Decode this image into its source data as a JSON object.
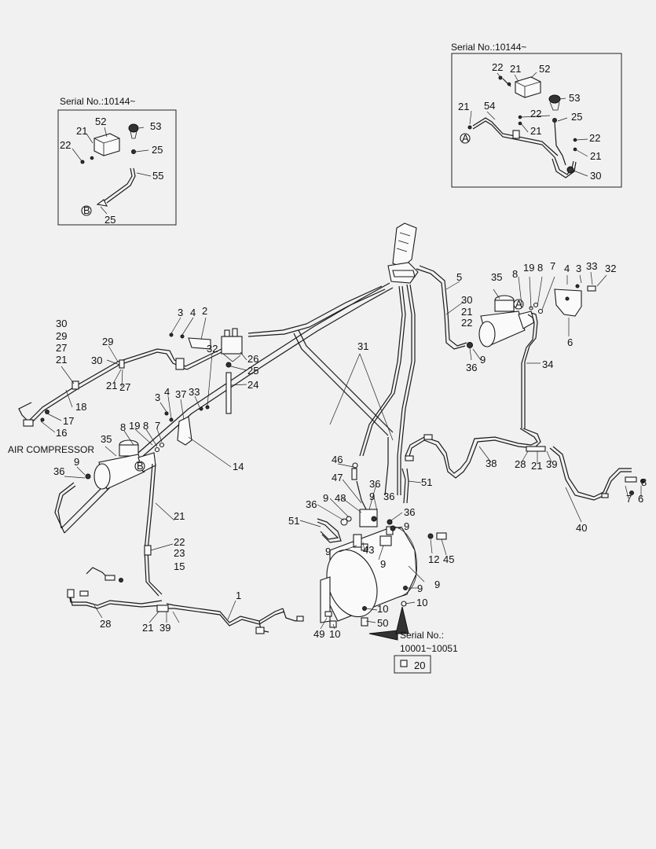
{
  "insets": [
    {
      "serial": "Serial No.:10144~"
    },
    {
      "serial": "Serial No.:10144~"
    }
  ],
  "caption_air_compressor": "AIR COMPRESSOR",
  "serial_note": {
    "line1": "Serial No.:",
    "line2": "10001~10051"
  },
  "markers": {
    "a": "A",
    "b": "B"
  },
  "callouts": [
    {
      "id": "c01",
      "label": "22"
    },
    {
      "id": "c02",
      "label": "21"
    },
    {
      "id": "c03",
      "label": "52"
    },
    {
      "id": "c04",
      "label": "53"
    },
    {
      "id": "c05",
      "label": "21"
    },
    {
      "id": "c06",
      "label": "54"
    },
    {
      "id": "c07",
      "label": "22"
    },
    {
      "id": "c08",
      "label": "25"
    },
    {
      "id": "c09",
      "label": "21"
    },
    {
      "id": "c10",
      "label": "22"
    },
    {
      "id": "c11",
      "label": "21"
    },
    {
      "id": "c12",
      "label": "30"
    },
    {
      "id": "c13",
      "label": "52"
    },
    {
      "id": "c14",
      "label": "53"
    },
    {
      "id": "c15",
      "label": "21"
    },
    {
      "id": "c16",
      "label": "22"
    },
    {
      "id": "c17",
      "label": "25"
    },
    {
      "id": "c18",
      "label": "55"
    },
    {
      "id": "c19",
      "label": "25"
    },
    {
      "id": "c20",
      "label": "5"
    },
    {
      "id": "c21",
      "label": "30"
    },
    {
      "id": "c22",
      "label": "21"
    },
    {
      "id": "c23",
      "label": "22"
    },
    {
      "id": "c24",
      "label": "35"
    },
    {
      "id": "c25",
      "label": "8"
    },
    {
      "id": "c26",
      "label": "19"
    },
    {
      "id": "c27",
      "label": "8"
    },
    {
      "id": "c28",
      "label": "7"
    },
    {
      "id": "c29",
      "label": "4"
    },
    {
      "id": "c30",
      "label": "3"
    },
    {
      "id": "c31",
      "label": "33"
    },
    {
      "id": "c32",
      "label": "32"
    },
    {
      "id": "c33",
      "label": "6"
    },
    {
      "id": "c34",
      "label": "36"
    },
    {
      "id": "c35",
      "label": "9"
    },
    {
      "id": "c36",
      "label": "34"
    },
    {
      "id": "c37",
      "label": "3"
    },
    {
      "id": "c38",
      "label": "4"
    },
    {
      "id": "c39",
      "label": "2"
    },
    {
      "id": "c40",
      "label": "26"
    },
    {
      "id": "c41",
      "label": "25"
    },
    {
      "id": "c42",
      "label": "24"
    },
    {
      "id": "c43",
      "label": "31"
    },
    {
      "id": "c44",
      "label": "30"
    },
    {
      "id": "c45",
      "label": "29"
    },
    {
      "id": "c46",
      "label": "27"
    },
    {
      "id": "c47",
      "label": "21"
    },
    {
      "id": "c48",
      "label": "29"
    },
    {
      "id": "c49",
      "label": "30"
    },
    {
      "id": "c50",
      "label": "21"
    },
    {
      "id": "c51",
      "label": "27"
    },
    {
      "id": "c52",
      "label": "18"
    },
    {
      "id": "c53",
      "label": "17"
    },
    {
      "id": "c54",
      "label": "16"
    },
    {
      "id": "c55",
      "label": "3"
    },
    {
      "id": "c56",
      "label": "4"
    },
    {
      "id": "c57",
      "label": "37"
    },
    {
      "id": "c58",
      "label": "33"
    },
    {
      "id": "c59",
      "label": "32"
    },
    {
      "id": "c60",
      "label": "8"
    },
    {
      "id": "c61",
      "label": "19"
    },
    {
      "id": "c62",
      "label": "8"
    },
    {
      "id": "c63",
      "label": "7"
    },
    {
      "id": "c64",
      "label": "35"
    },
    {
      "id": "c65",
      "label": "9"
    },
    {
      "id": "c66",
      "label": "36"
    },
    {
      "id": "c67",
      "label": "14"
    },
    {
      "id": "c68",
      "label": "38"
    },
    {
      "id": "c69",
      "label": "28"
    },
    {
      "id": "c70",
      "label": "21"
    },
    {
      "id": "c71",
      "label": "39"
    },
    {
      "id": "c72",
      "label": "7"
    },
    {
      "id": "c73",
      "label": "6"
    },
    {
      "id": "c74",
      "label": "8"
    },
    {
      "id": "c75",
      "label": "40"
    },
    {
      "id": "c76",
      "label": "46"
    },
    {
      "id": "c77",
      "label": "47"
    },
    {
      "id": "c78",
      "label": "36"
    },
    {
      "id": "c79",
      "label": "51"
    },
    {
      "id": "c80",
      "label": "36"
    },
    {
      "id": "c81",
      "label": "9"
    },
    {
      "id": "c82",
      "label": "48"
    },
    {
      "id": "c83",
      "label": "9"
    },
    {
      "id": "c84",
      "label": "36"
    },
    {
      "id": "c85",
      "label": "9"
    },
    {
      "id": "c86",
      "label": "51"
    },
    {
      "id": "c87",
      "label": "36"
    },
    {
      "id": "c88",
      "label": "9"
    },
    {
      "id": "c89",
      "label": "43"
    },
    {
      "id": "c90",
      "label": "9"
    },
    {
      "id": "c91",
      "label": "12"
    },
    {
      "id": "c92",
      "label": "45"
    },
    {
      "id": "c93",
      "label": "9"
    },
    {
      "id": "c94",
      "label": "9"
    },
    {
      "id": "c95",
      "label": "10"
    },
    {
      "id": "c96",
      "label": "10"
    },
    {
      "id": "c97",
      "label": "50"
    },
    {
      "id": "c98",
      "label": "49"
    },
    {
      "id": "c99",
      "label": "10"
    },
    {
      "id": "c100",
      "label": "20"
    },
    {
      "id": "c101",
      "label": "21"
    },
    {
      "id": "c102",
      "label": "22"
    },
    {
      "id": "c103",
      "label": "23"
    },
    {
      "id": "c104",
      "label": "15"
    },
    {
      "id": "c105",
      "label": "1"
    },
    {
      "id": "c106",
      "label": "28"
    },
    {
      "id": "c107",
      "label": "21"
    },
    {
      "id": "c108",
      "label": "39"
    }
  ]
}
